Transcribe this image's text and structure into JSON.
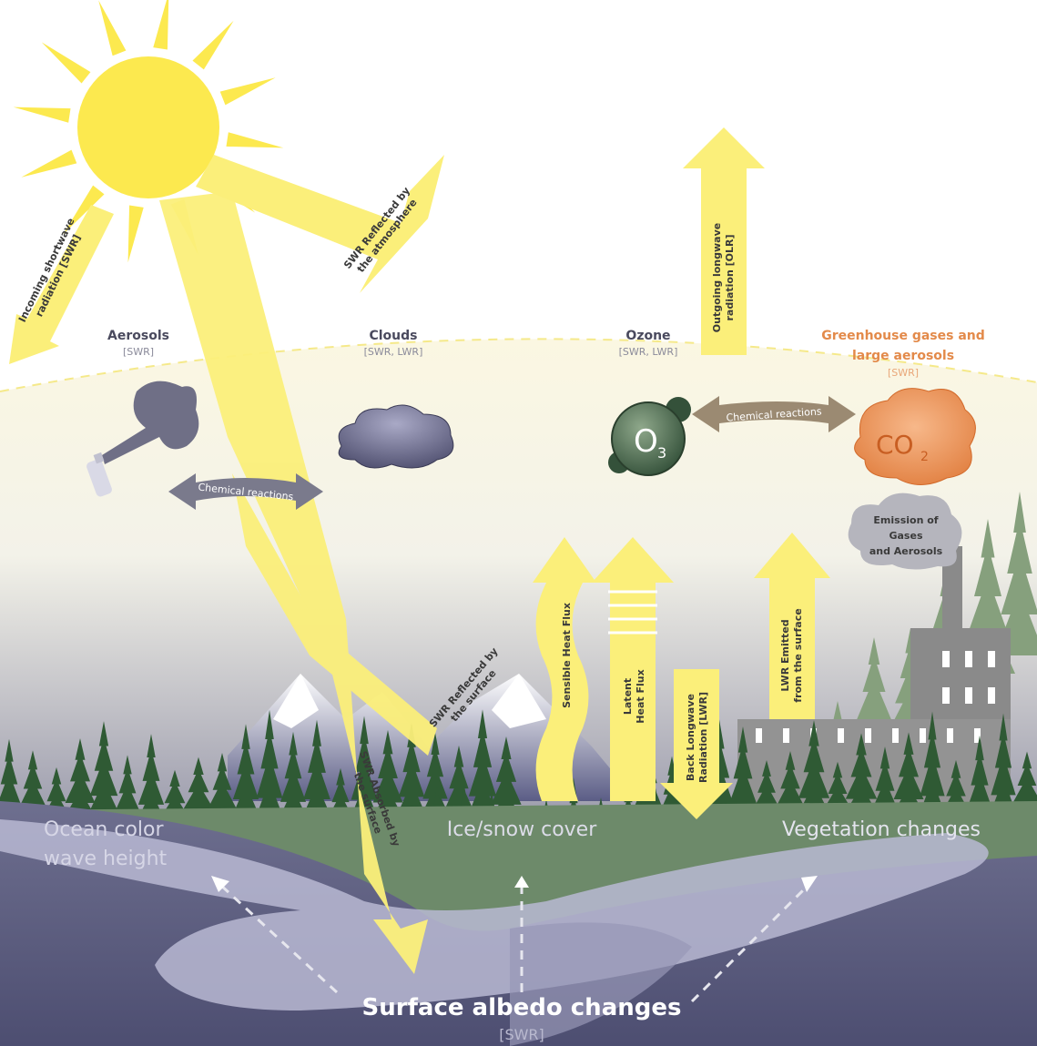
{
  "atmosphere": {
    "aerosols": {
      "name": "Aerosols",
      "radiation": "[SWR]"
    },
    "clouds": {
      "name": "Clouds",
      "radiation": "[SWR, LWR]"
    },
    "ozone": {
      "name": "Ozone",
      "radiation": "[SWR, LWR]",
      "symbol": "O",
      "subscript": "3"
    },
    "greenhouse": {
      "name_line1": "Greenhouse gases and",
      "name_line2": "large aerosols",
      "radiation": "[SWR]",
      "symbol": "CO",
      "subscript": "2"
    }
  },
  "arrows": {
    "incoming_swr": {
      "line1": "Incoming shortwave",
      "line2": "radiation [SWR]"
    },
    "swr_reflected_atmosphere": {
      "line1": "SWR Reflected by",
      "line2": "the atmosphere"
    },
    "outgoing_lwr": {
      "line1": "Outgoing longwave",
      "line2": "radiation [OLR]"
    },
    "chemical_reactions_left": "Chemical reactions",
    "chemical_reactions_right": "Chemical reactions",
    "emission": {
      "line1": "Emission of",
      "line2": "Gases",
      "line3": "and Aerosols"
    },
    "sensible_heat": "Sensible Heat Flux",
    "latent_heat": {
      "line1": "Latent",
      "line2": "Heat Flux"
    },
    "back_lwr": {
      "line1": "Back Longwave",
      "line2": "Radiation [LWR]"
    },
    "lwr_emitted": {
      "line1": "LWR Emitted",
      "line2": "from the surface"
    },
    "swr_reflected_surface": {
      "line1": "SWR Reflected by",
      "line2": "the surface"
    },
    "swr_absorbed": {
      "line1": "SWR Absorbed by",
      "line2": "the surface"
    }
  },
  "surface": {
    "ocean": {
      "line1": "Ocean color",
      "line2": "wave height"
    },
    "ice": "Ice/snow cover",
    "vegetation": "Vegetation changes",
    "albedo": {
      "title": "Surface albedo changes",
      "radiation": "[SWR]"
    }
  },
  "colors": {
    "sun": "#fce94f",
    "arrow": "#fbef7a",
    "forest_dark": "#2f5a34",
    "forest_light": "#86a07d",
    "ocean": "#5a5b7e",
    "greenhouse_text": "#e38a4a"
  }
}
